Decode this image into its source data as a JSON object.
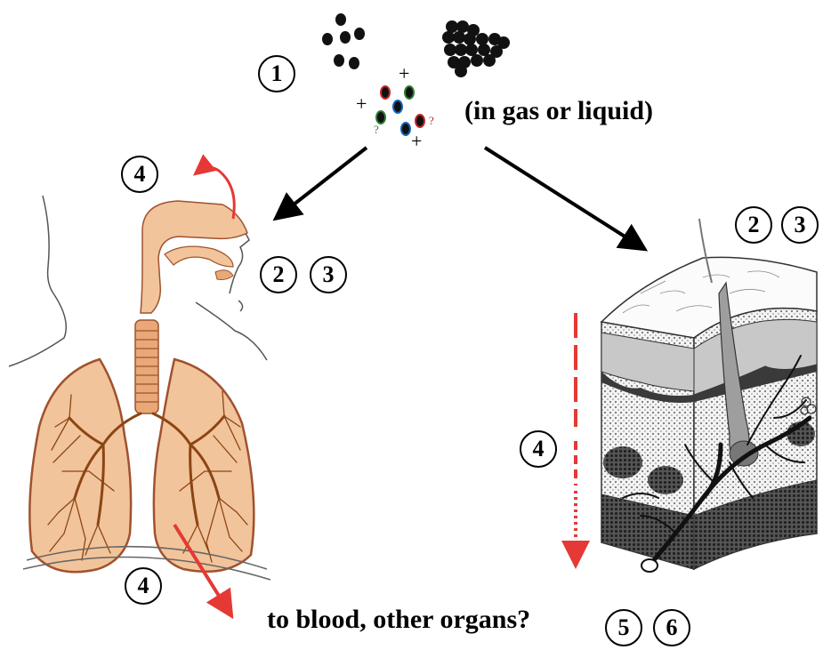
{
  "labels": {
    "medium": "(in gas or liquid)",
    "destination": "to blood, other organs?",
    "plus_sign": "+",
    "question_mark": "?"
  },
  "markers": {
    "stage_1": "1",
    "stage_2": "2",
    "stage_3": "3",
    "stage_4": "4",
    "stage_5": "5",
    "stage_6": "6"
  },
  "colors": {
    "tissue": "#f2c49b",
    "tissue_dark": "#a0522d",
    "airway": "#e8a878",
    "red_arrow": "#e53935",
    "particle": "#111111"
  }
}
